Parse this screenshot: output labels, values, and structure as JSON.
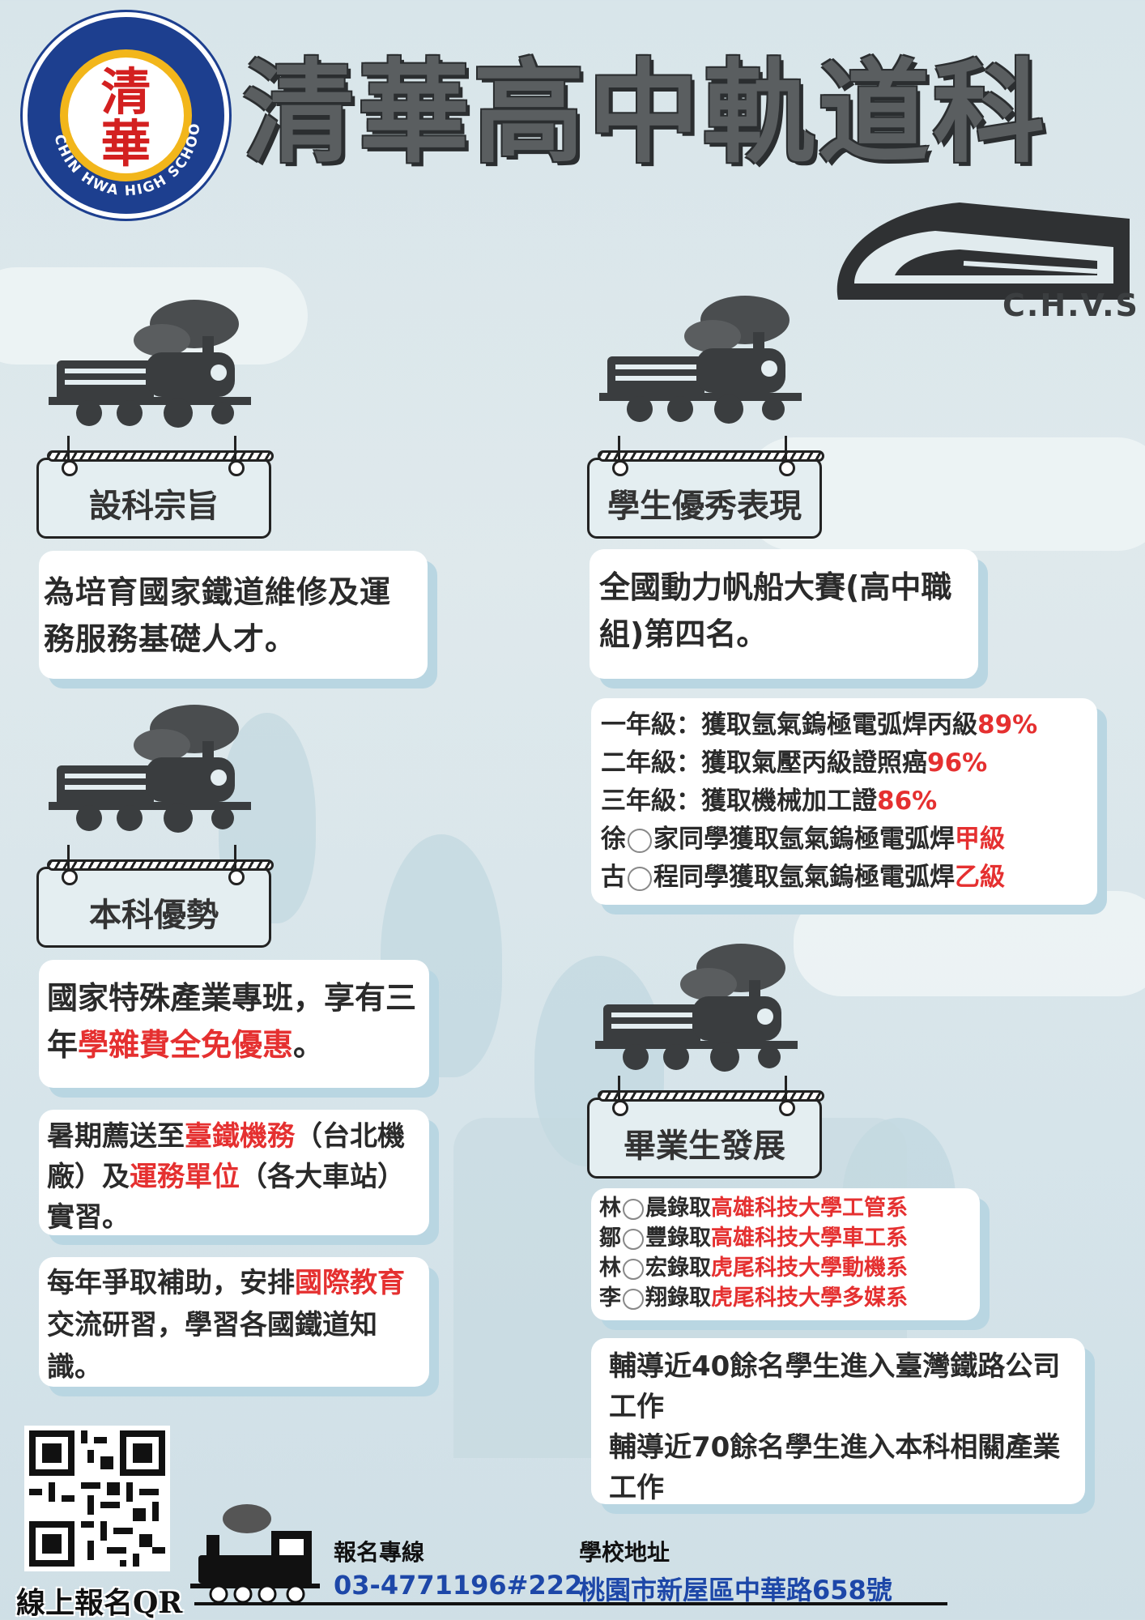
{
  "header": {
    "title": "清華高中軌道科",
    "logo_top_char": "清",
    "logo_bottom_char": "華",
    "logo_ring_text": "CHIN HWA HIGH SCHOOL",
    "brand": "C.H.V.S"
  },
  "sections": {
    "purpose": {
      "label": "設科宗旨",
      "text": "為培育國家鐵道維修及運務服務基礎人才。"
    },
    "achievements": {
      "label": "學生優秀表現",
      "highlight": "全國動力帆船大賽(高中職組)第四名。",
      "lines": [
        {
          "pre": "一年級：獲取氬氣鎢極電弧焊丙級",
          "red": "89%"
        },
        {
          "pre": "二年級：獲取氣壓丙級證照癌",
          "red": "96%"
        },
        {
          "pre": "三年級：獲取機械加工證",
          "red": "86%"
        }
      ],
      "students": [
        {
          "a": "徐",
          "b": "家同學獲取氬氣鎢極電弧焊",
          "red": "甲級"
        },
        {
          "a": "古",
          "b": "程同學獲取氬氣鎢極電弧焊",
          "red": "乙級"
        }
      ]
    },
    "advantages": {
      "label": "本科優勢",
      "card1": {
        "pre": "國家特殊產業專班，享有三年",
        "red": "學雜費全免優惠",
        "post": "。"
      },
      "card2": {
        "p1": "暑期薦送至",
        "r1": "臺鐵機務",
        "p2": "（台北機廠）及",
        "r2": "運務單位",
        "p3": "（各大車站）實習。"
      },
      "card3": {
        "p1": "每年爭取補助，安排",
        "r1": "國際教育",
        "p2": "交流研習，學習各國鐵道知識。"
      }
    },
    "graduates": {
      "label": "畢業生發展",
      "admissions": [
        {
          "a": "林",
          "b": "晨錄取",
          "red": "高雄科技大學工管系"
        },
        {
          "a": "鄒",
          "b": "豐錄取",
          "red": "高雄科技大學車工系"
        },
        {
          "a": "林",
          "b": "宏錄取",
          "red": "虎尾科技大學動機系"
        },
        {
          "a": "李",
          "b": "翔錄取",
          "red": "虎尾科技大學多媒系"
        }
      ],
      "guidance": [
        "輔導近40餘名學生進入臺灣鐵路公司工作",
        "輔導近70餘名學生進入本科相關產業工作"
      ]
    }
  },
  "footer": {
    "qr_label": "線上報名QR",
    "hotline_label": "報名專線",
    "hotline": "03-4771196#222",
    "address_label": "學校地址",
    "address": "桃園市新屋區中華路658號"
  },
  "colors": {
    "accent_red": "#e53030",
    "contact_blue": "#1d47a8",
    "card_shadow": "#b9d6e2",
    "logo_blue": "#1d3f8f",
    "logo_gold": "#f2b61b"
  }
}
